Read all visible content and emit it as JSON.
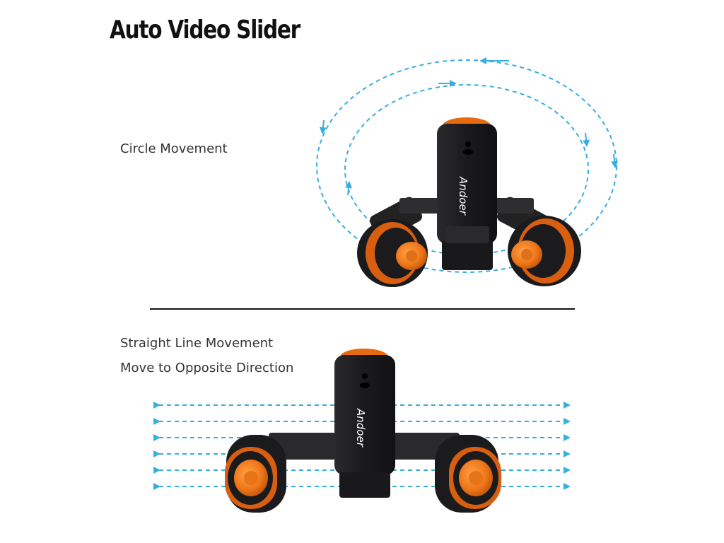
{
  "title": "Auto Video Slider",
  "sections": {
    "circle": {
      "caption": "Circle Movement"
    },
    "straight": {
      "caption_line1": "Straight Line Movement",
      "caption_line2": "Move to Opposite Direction"
    }
  },
  "product": {
    "brand_label": "Andoer"
  },
  "colors": {
    "arrow": "#35aee0",
    "body": "#1c1c1e",
    "accent_orange": "#e66a12",
    "text": "#333333"
  }
}
